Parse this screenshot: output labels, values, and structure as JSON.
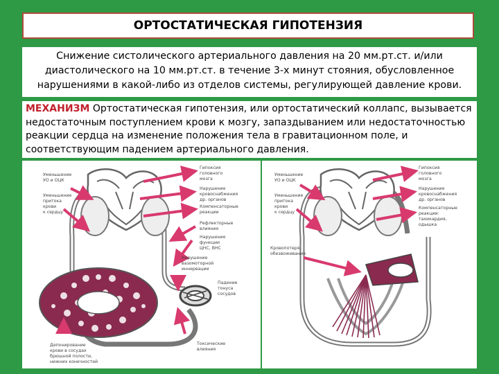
{
  "title": "ОРТОСТАТИЧЕСКАЯ ГИПОТЕНЗИЯ",
  "definition": "Снижение систолического артериального давления на 20 мм.рт.ст. и/или диастолического на 10 мм.рт.ст. в течение 3-х минут стояния, обусловленное нарушениями в какой-либо из отделов системы, регулирующей давление крови.",
  "mechanism": {
    "label": "МЕХАНИЗМ",
    "text": " Ортостатическая гипотензия, или ортостатический коллапс, вызывается недостаточным поступлением крови к мозгу, запаздыванием или недостаточностью реакции сердца на изменение положения тела в гравитационном поле, и соответствующим падением артериального давления."
  },
  "colors": {
    "background": "#2e9a46",
    "accent": "#c0202a",
    "arrow": "#d83a6e",
    "tissue": "#8a2a4e"
  },
  "figures": {
    "left": {
      "labels": {
        "l1": "Уменьшение",
        "l2": "УО и ОЦК",
        "l3": "Уменьшение",
        "l4": "притока",
        "l5": "крови",
        "l6": "к сердцу",
        "l7": "Депонирование",
        "l8": "крови в сосудах",
        "l9": "брюшной полости,",
        "l10": "нижних конечностей",
        "r1": "Гипоксия",
        "r2": "головного",
        "r3": "мозга",
        "r4": "Нарушение",
        "r5": "кровоснабжения",
        "r6": "др. органов",
        "r7": "Компенсаторные",
        "r8": "реакции",
        "r9": "Рефлекторные",
        "r10": "влияния",
        "r11": "Нарушение",
        "r12": "функции",
        "r13": "ЦНС, ВНС",
        "r14": "Нарушение",
        "r15": "вазомоторной",
        "r16": "иннервации",
        "r17": "Падение",
        "r18": "тонуса",
        "r19": "сосудов",
        "r20": "Токсические",
        "r21": "влияния"
      }
    },
    "right": {
      "labels": {
        "l1": "Уменьшение",
        "l2": "УО и ОЦК",
        "l3": "Уменьшение",
        "l4": "притока",
        "l5": "крови",
        "l6": "к сердцу",
        "l7": "Кровопотеря,",
        "l8": "обезвоживание",
        "r1": "Гипоксия",
        "r2": "головного",
        "r3": "мозга",
        "r4": "Нарушение",
        "r5": "кровоснабжения",
        "r6": "др. органов",
        "r7": "Компенсаторные",
        "r8": "реакции:",
        "r9": "тахикардия,",
        "r10": "одышка"
      }
    }
  }
}
